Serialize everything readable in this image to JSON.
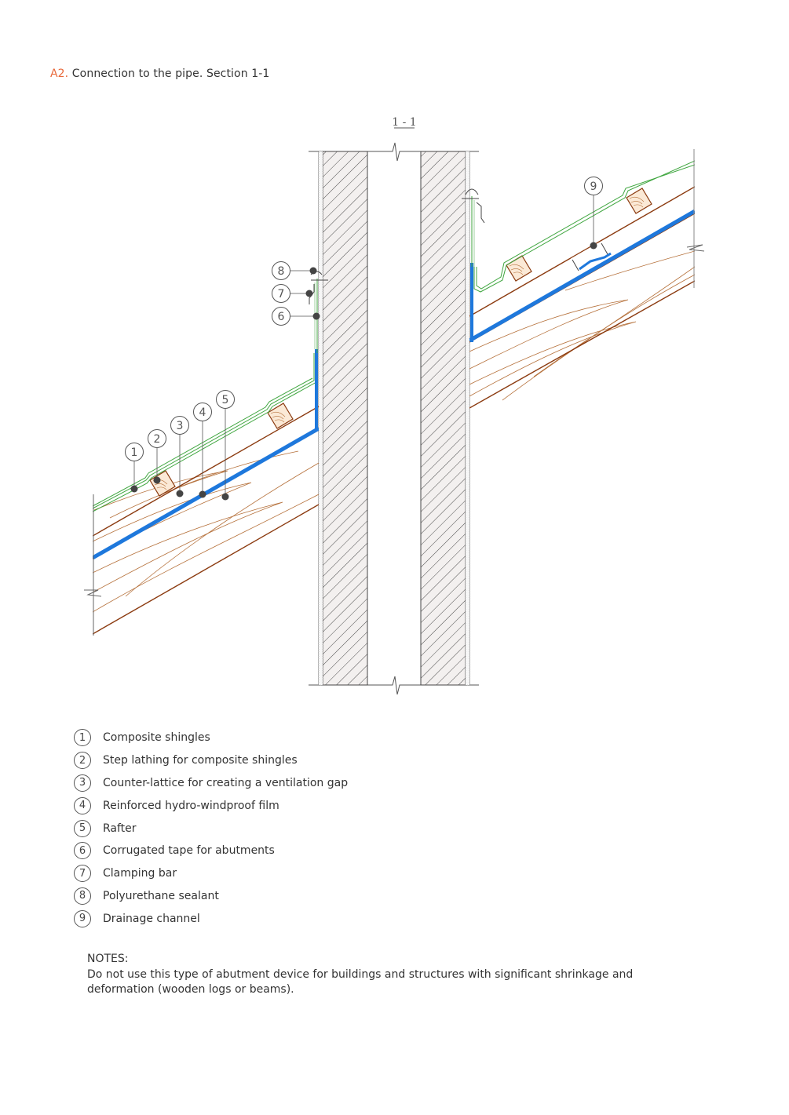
{
  "title": {
    "code": "A2.",
    "text": " Connection to the pipe. Section 1-1"
  },
  "drawing": {
    "section_label": "1 - 1",
    "colors": {
      "shingles": "#3fa63f",
      "membrane": "#1e78dc",
      "timber": "#8b3a0f",
      "grain": "#b5703a",
      "masonry_fill": "#f2efee",
      "masonry_hatch": "#333333",
      "callout": "#444444"
    },
    "callouts": [
      {
        "num": "1"
      },
      {
        "num": "2"
      },
      {
        "num": "3"
      },
      {
        "num": "4"
      },
      {
        "num": "5"
      },
      {
        "num": "6"
      },
      {
        "num": "7"
      },
      {
        "num": "8"
      },
      {
        "num": "9"
      }
    ]
  },
  "legend": [
    {
      "num": "1",
      "label": "Composite shingles"
    },
    {
      "num": "2",
      "label": "Step lathing for composite shingles"
    },
    {
      "num": "3",
      "label": "Counter-lattice for creating a ventilation gap"
    },
    {
      "num": "4",
      "label": "Reinforced hydro-windproof film"
    },
    {
      "num": "5",
      "label": "Rafter"
    },
    {
      "num": "6",
      "label": "Corrugated tape for abutments"
    },
    {
      "num": "7",
      "label": "Clamping bar"
    },
    {
      "num": "8",
      "label": "Polyurethane sealant"
    },
    {
      "num": "9",
      "label": "Drainage channel"
    }
  ],
  "notes": {
    "heading": "NOTES:",
    "text": "Do not use this type of abutment device for buildings and structures with significant shrinkage and deformation (wooden logs or beams)."
  }
}
